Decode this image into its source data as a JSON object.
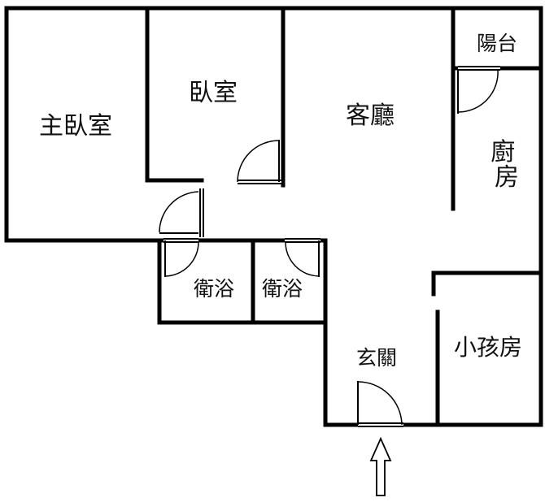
{
  "floor_plan": {
    "rooms": [
      {
        "id": "master-bedroom",
        "label": "主臥室"
      },
      {
        "id": "bedroom",
        "label": "臥室"
      },
      {
        "id": "living-room",
        "label": "客廳"
      },
      {
        "id": "balcony",
        "label": "陽台"
      },
      {
        "id": "kitchen",
        "label": "廚房"
      },
      {
        "id": "bathroom-1",
        "label": "衛浴"
      },
      {
        "id": "bathroom-2",
        "label": "衛浴"
      },
      {
        "id": "entrance",
        "label": "玄關"
      },
      {
        "id": "kids-room",
        "label": "小孩房"
      }
    ],
    "entrance_arrow": "up-arrow-icon",
    "colors": {
      "wall": "#000000",
      "background": "#ffffff"
    }
  }
}
